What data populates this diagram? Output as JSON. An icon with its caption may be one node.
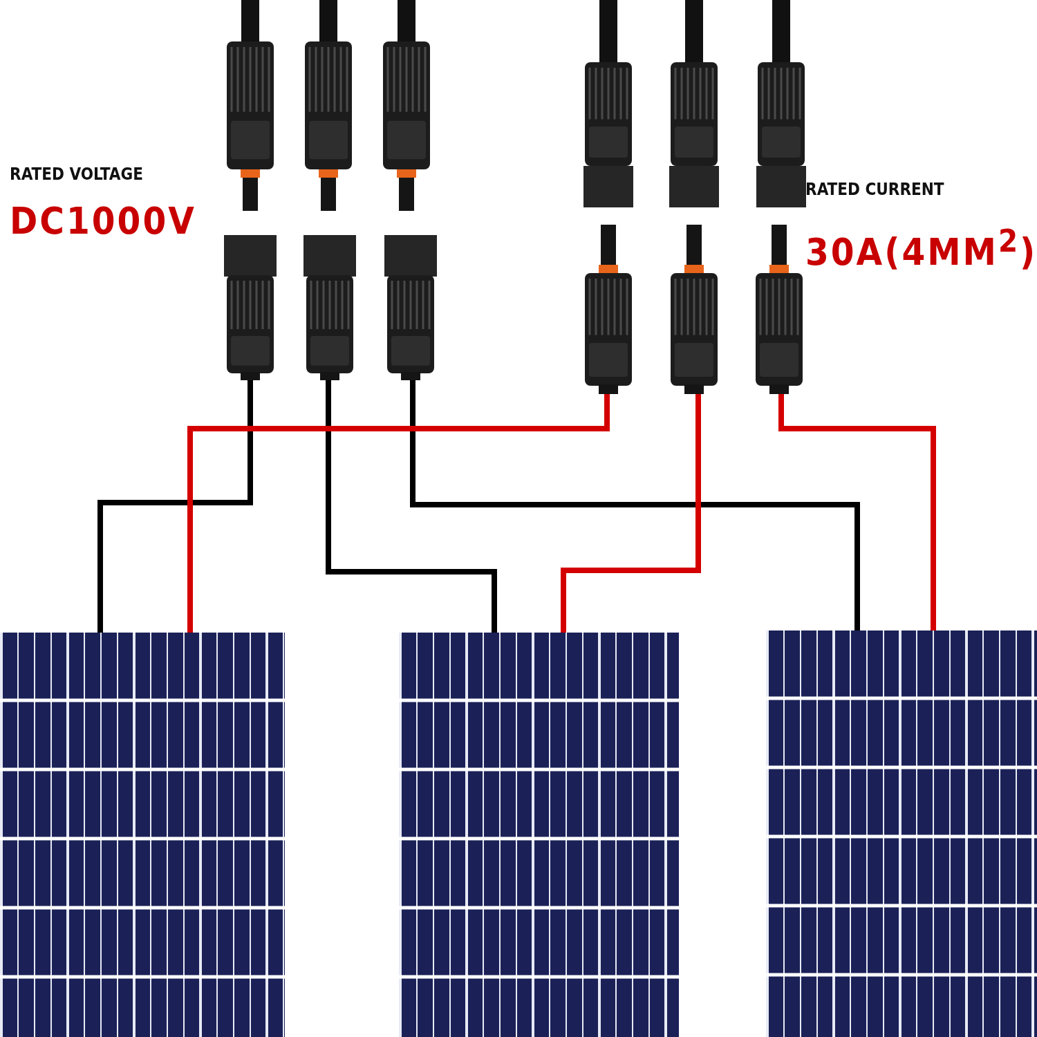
{
  "diagram": {
    "nodes": [
      {
        "text": [],
        "shape": "picture"
      },
      {
        "text": [],
        "shape": "picture"
      },
      {
        "text": [],
        "shape": "picture"
      },
      {
        "text": [],
        "shape": "picture"
      },
      {
        "text": [],
        "shape": "picture"
      },
      {
        "text": [],
        "shape": "picture"
      },
      {
        "text": [],
        "shape": "picture"
      },
      {
        "text": [],
        "shape": "picture"
      },
      {
        "text": [],
        "shape": "picture"
      },
      {
        "text": [],
        "shape": "picture"
      },
      {
        "text": [],
        "shape": "picture"
      },
      {
        "text": [],
        "shape": "picture"
      },
      {
        "text": [],
        "shape": "picture"
      },
      {
        "text": [],
        "shape": "picture"
      },
      {
        "text": [],
        "shape": "picture"
      }
    ],
    "edges": [
      {
        "from": 6,
        "to": 12,
        "arrow": "none",
        "color": "#000000"
      },
      {
        "from": 7,
        "to": 13,
        "arrow": "none",
        "color": "#000000"
      },
      {
        "from": 8,
        "to": 14,
        "arrow": "none",
        "color": "#000000"
      },
      {
        "from": 9,
        "to": 12,
        "arrow": "none",
        "color": "#d40000"
      },
      {
        "from": 10,
        "to": 13,
        "arrow": "none",
        "color": "#d40000"
      },
      {
        "from": 11,
        "to": 14,
        "arrow": "none",
        "color": "#d40000"
      }
    ],
    "labels": [
      "RATED VOLTAGE",
      "DC1000V",
      "RATED CURRENT",
      "30A(4MM$^{2}$)"
    ]
  }
}
